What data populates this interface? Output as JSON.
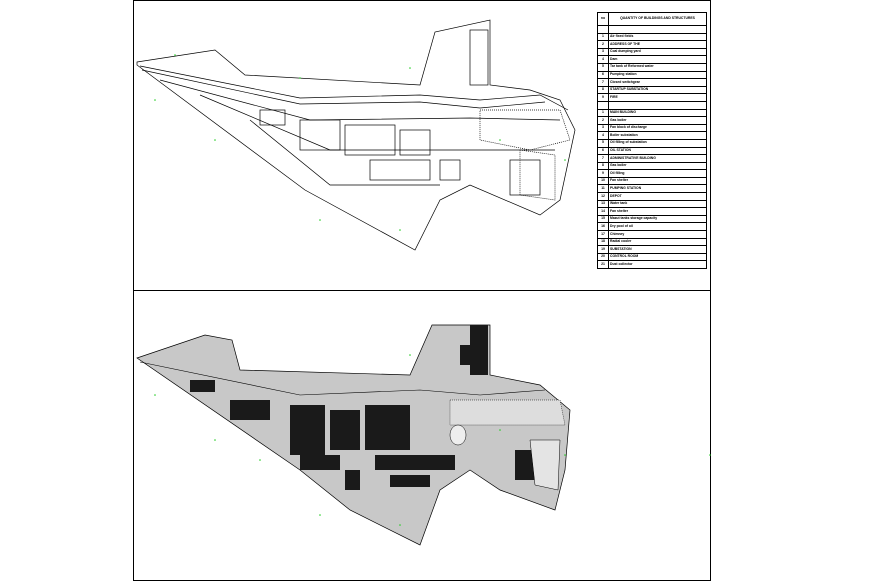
{
  "sheet": {
    "upper_plan": "site-plan-lines",
    "lower_plan": "site-plan-filled",
    "colors": {
      "line": "#000000",
      "fill": "#c8c8c8",
      "building": "#1a1a1a",
      "marker": "#22cc22"
    }
  },
  "legend": {
    "header_no": "no",
    "header_title": "QUANTITY OF BUILDINGS AND STRUCTURES",
    "rows": [
      {
        "n": "",
        "t": ""
      },
      {
        "n": "1",
        "t": "Air fixed fields"
      },
      {
        "n": "2",
        "t": "ADDRESS OF THE"
      },
      {
        "n": "3",
        "t": "Coal dumping yard"
      },
      {
        "n": "4",
        "t": "Dam"
      },
      {
        "n": "5",
        "t": "Tar tank of Reformed water"
      },
      {
        "n": "6",
        "t": "Pumping station"
      },
      {
        "n": "7",
        "t": "Closed switchgear"
      },
      {
        "n": "8",
        "t": "STARTUP SUBSTATION"
      },
      {
        "n": "9",
        "t": "FIRE"
      },
      {
        "n": "",
        "t": ""
      },
      {
        "n": "1",
        "t": "MAIN BUILDING"
      },
      {
        "n": "2",
        "t": "Gas boiler"
      },
      {
        "n": "3",
        "t": "Fan block of discharge"
      },
      {
        "n": "4",
        "t": "Boiler substation"
      },
      {
        "n": "5",
        "t": "Oil filling of substation"
      },
      {
        "n": "6",
        "t": "OIL STATION"
      },
      {
        "n": "7",
        "t": "ADMINISTRATIVE BUILDING"
      },
      {
        "n": "8",
        "t": "Gas boiler"
      },
      {
        "n": "9",
        "t": "Oil filling"
      },
      {
        "n": "10",
        "t": "Fan shelter"
      },
      {
        "n": "11",
        "t": "PUMPING STATION"
      },
      {
        "n": "12",
        "t": "DEPOT"
      },
      {
        "n": "13",
        "t": "Water tank"
      },
      {
        "n": "14",
        "t": "Fan shelter"
      },
      {
        "n": "15",
        "t": "Mazut tanks storage capacity"
      },
      {
        "n": "16",
        "t": "Dry pool of oil"
      },
      {
        "n": "17",
        "t": "Chimney"
      },
      {
        "n": "18",
        "t": "Radial cooler"
      },
      {
        "n": "19",
        "t": "SUBSTATION"
      },
      {
        "n": "20",
        "t": "CONTROL ROOM"
      },
      {
        "n": "21",
        "t": "Dust collector"
      }
    ]
  }
}
